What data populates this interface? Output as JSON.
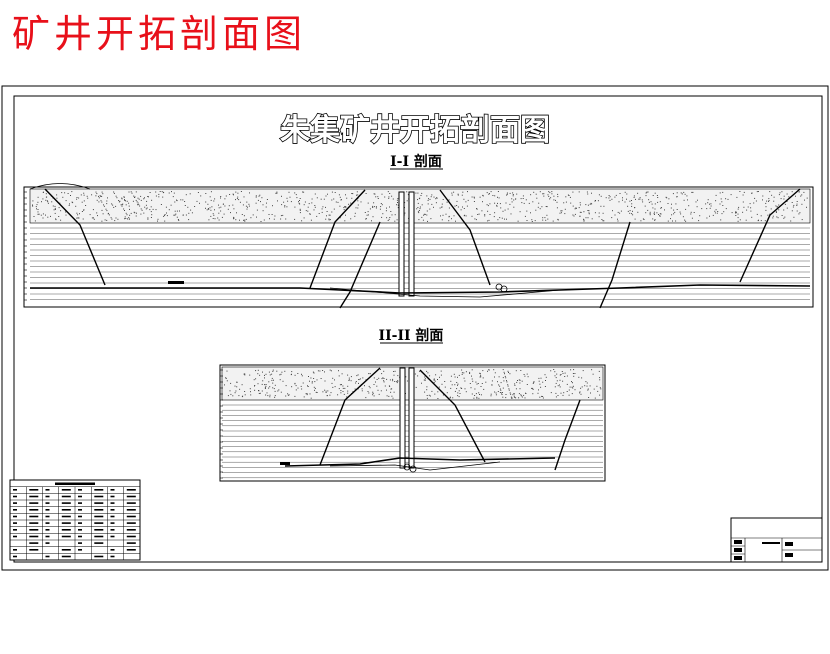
{
  "page": {
    "heading": "矿井开拓剖面图"
  },
  "drawing": {
    "title": "朱集矿井开拓剖面图",
    "section1_label": "I-I 剖面",
    "section2_label": "II-II 剖面"
  },
  "colors": {
    "heading": "#e8101a",
    "ink": "#000000",
    "paper": "#ffffff"
  },
  "legend_table": {
    "title": "图例说明",
    "rows": 11,
    "cols": 8
  },
  "title_block": {
    "rows": 3,
    "cols": 4
  }
}
